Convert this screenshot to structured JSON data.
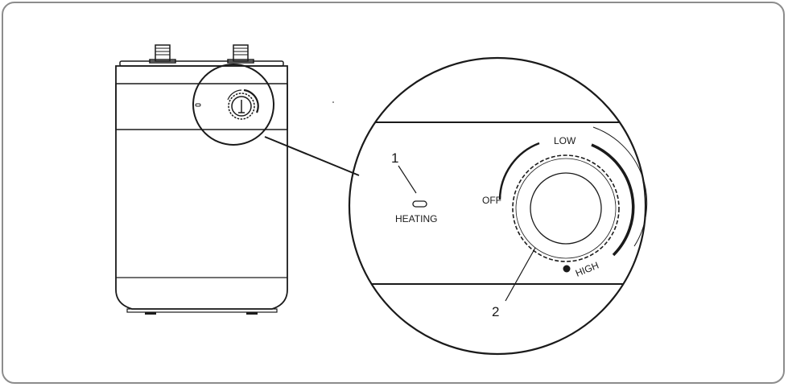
{
  "labels": {
    "callout_1": "1",
    "callout_2": "2",
    "heating": "HEATING",
    "off": "OFF",
    "low": "LOW",
    "high": "HIGH"
  },
  "colors": {
    "frame": "#8c8c8c",
    "line": "#1a1a1a",
    "background": "#ffffff"
  }
}
